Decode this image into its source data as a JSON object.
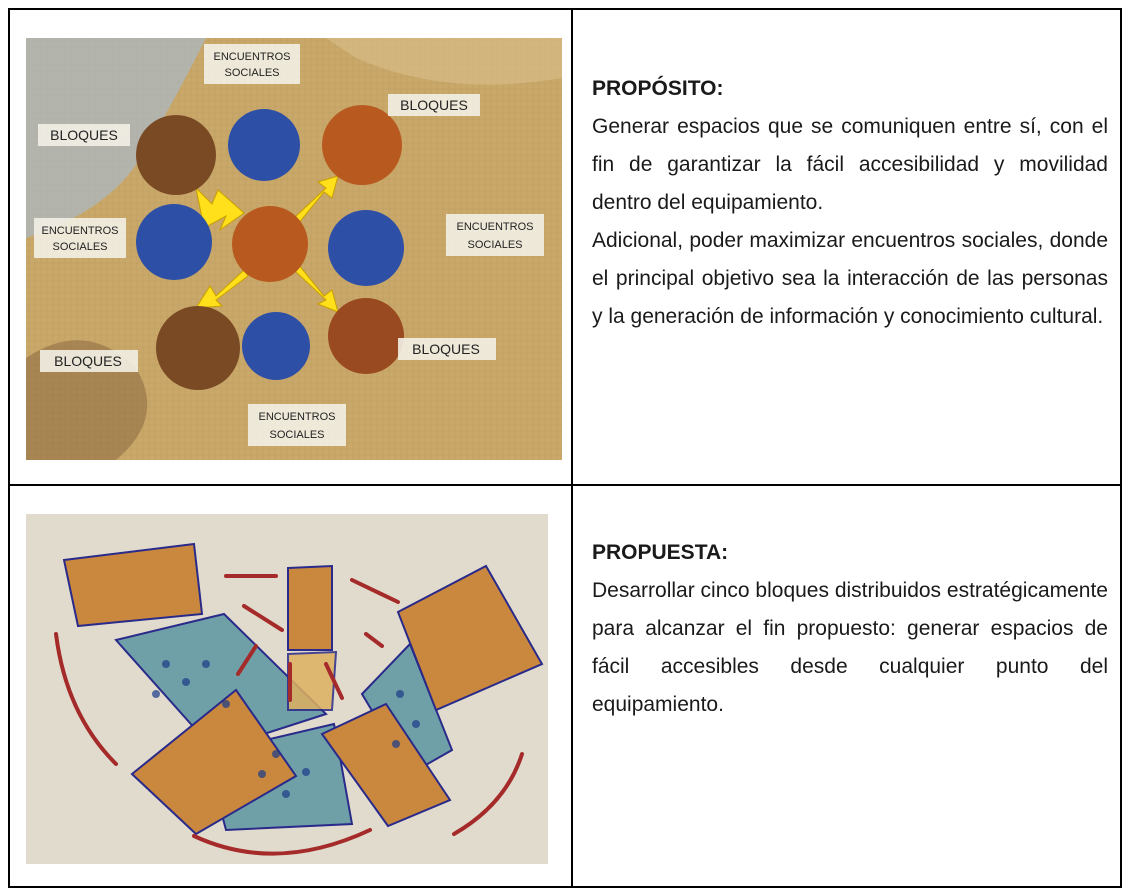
{
  "rows": [
    {
      "heading": "PROPÓSITO:",
      "paragraphs": [
        "Generar espacios que se comuniquen entre sí, con el fin de garantizar la fácil accesibilidad y movilidad dentro del equipamiento.",
        "Adicional, poder maximizar encuentros sociales, donde el principal objetivo sea la interacción de las personas y la generación de información y conocimiento cultural."
      ],
      "diagram_labels": {
        "encuentros": "ENCUENTROS",
        "sociales": "SOCIALES",
        "bloques": "BLOQUES"
      }
    },
    {
      "heading": "PROPUESTA:",
      "paragraphs": [
        "Desarrollar cinco bloques distribuidos estratégicamente para alcanzar el fin propuesto: generar espacios de fácil accesibles desde cualquier punto del equipamiento."
      ]
    }
  ],
  "colors": {
    "brown": "#7a4a24",
    "orange": "#b85a20",
    "blue": "#2d4fa6",
    "yellow": "#ffe01a",
    "arrow_red": "#a52a2a"
  }
}
